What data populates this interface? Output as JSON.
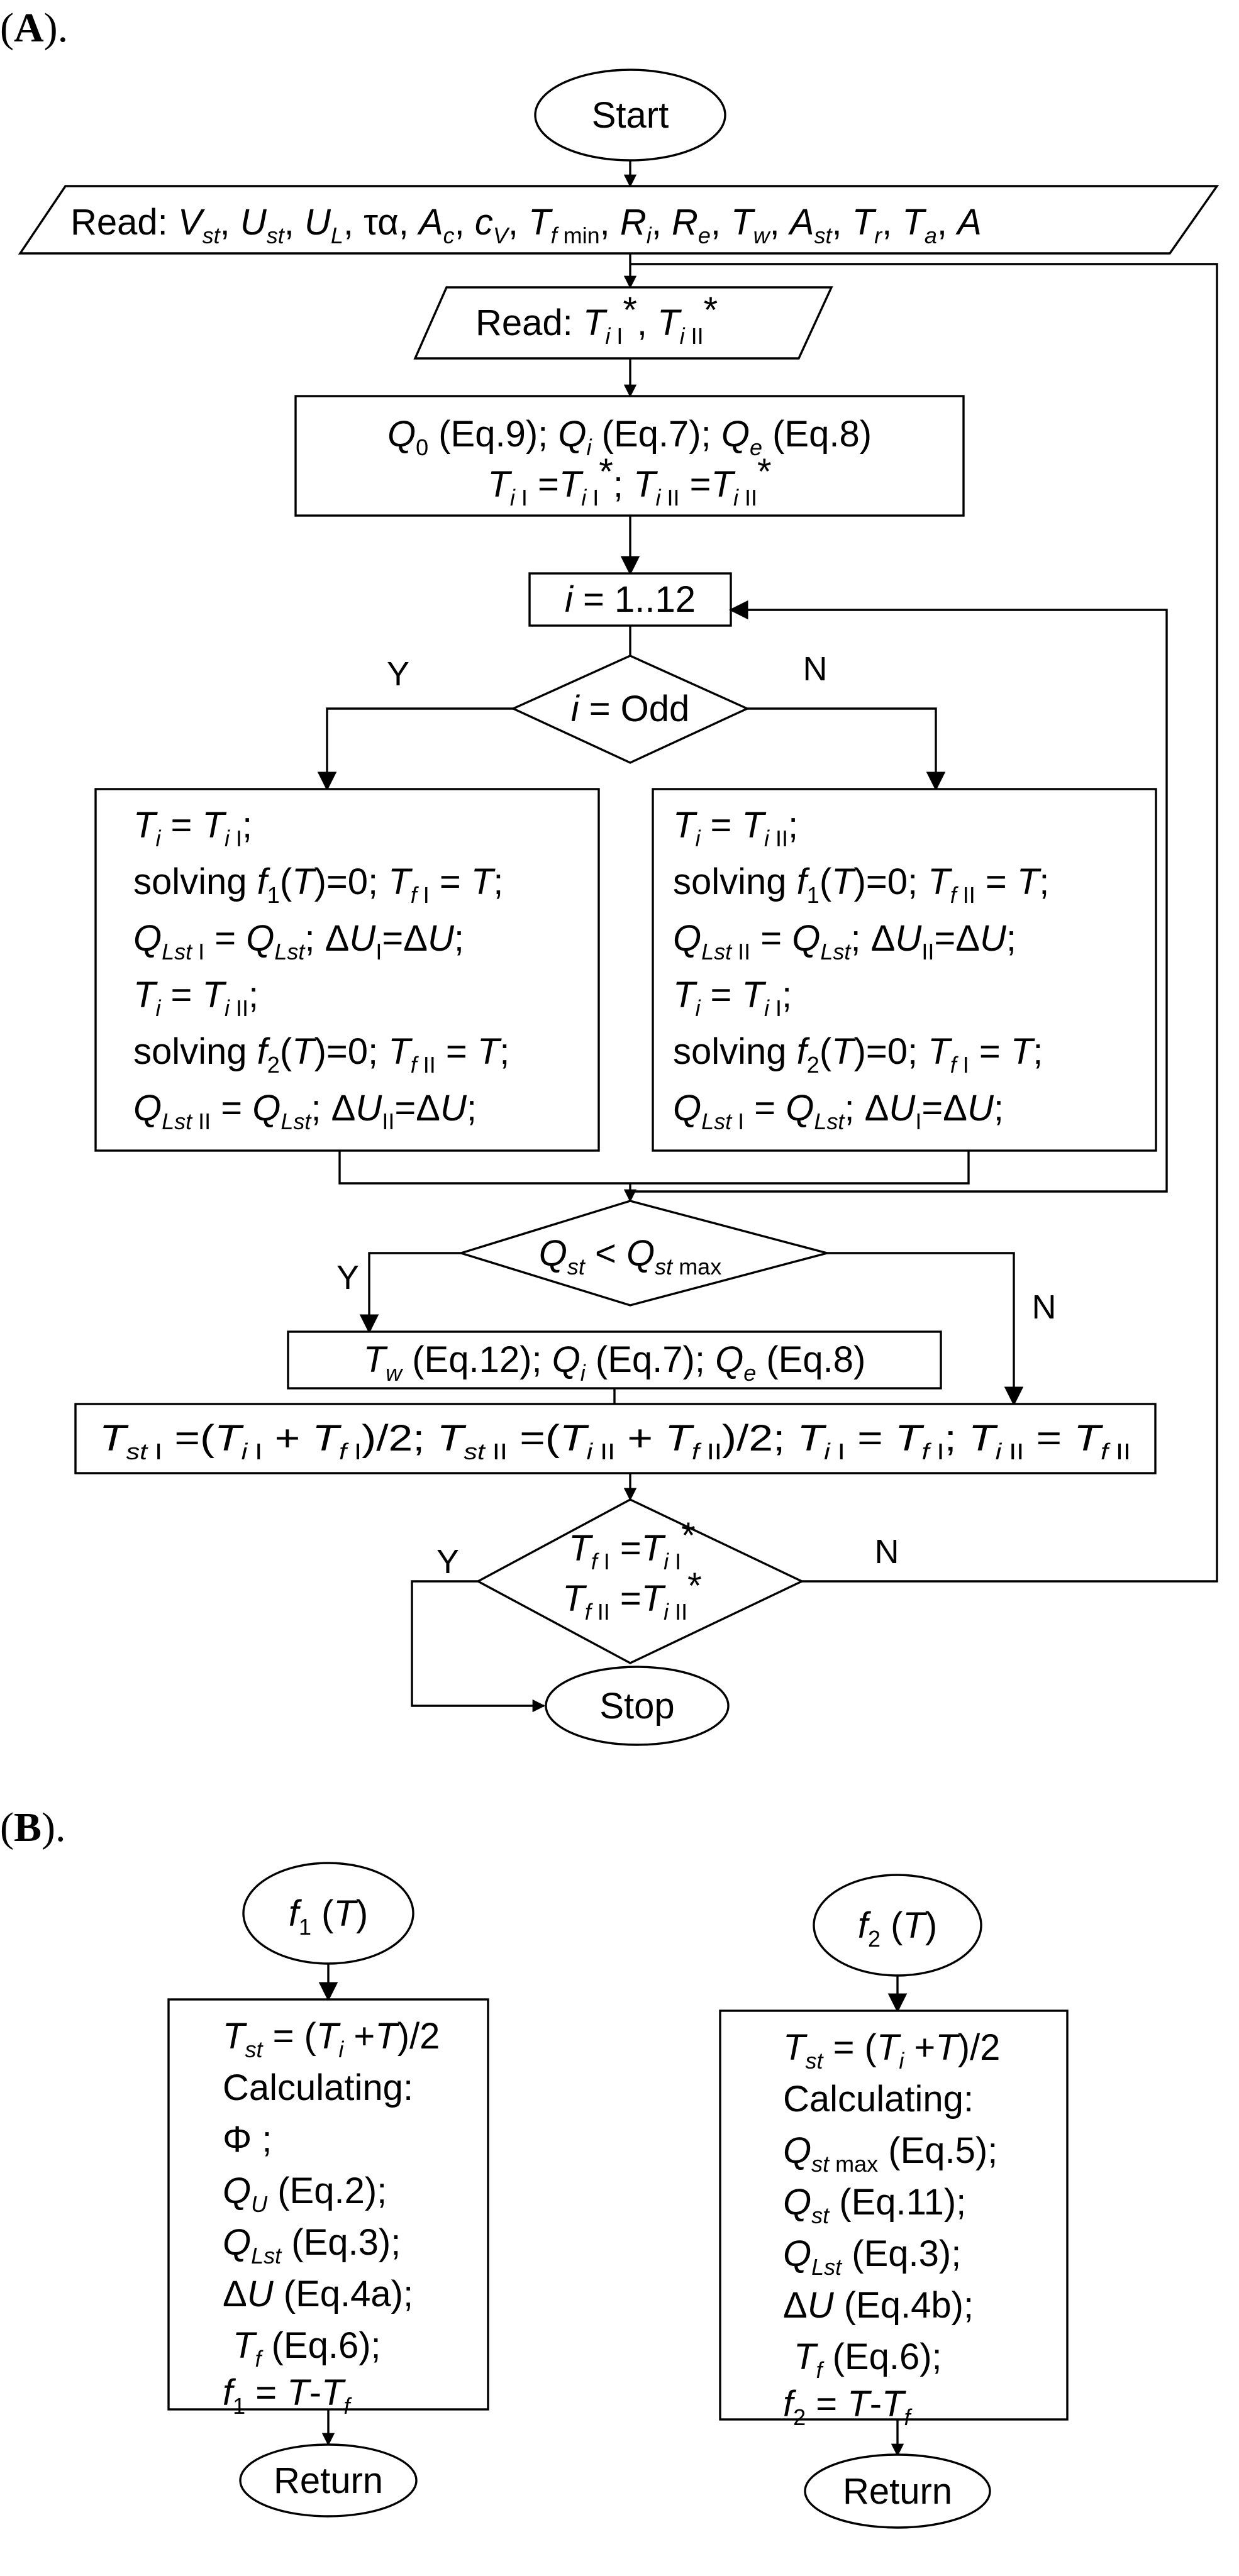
{
  "panels": {
    "a": {
      "label": "A"
    },
    "b": {
      "label": "B"
    }
  },
  "flowchart_a": {
    "start": "Start",
    "stop": "Stop",
    "loop": "i = 1..12",
    "decision_odd": "i = Odd",
    "decision_qst": "Qst < Qst max",
    "decision_converge": "Tf I = Ti I*  Tf II = Ti II*",
    "yes_label": "Y",
    "no_label": "N",
    "read_params": "Read: Vst, Ust, UL, τα, Ac, cV, Tf min, Ri, Re, Tw, Ast, Tr, Ta, A",
    "read_temps": "Read: Ti I*, Ti II*",
    "init_box": [
      "Q0 (Eq.9); Qi (Eq.7); Qe (Eq.8)",
      "Ti I = Ti I*; Ti II = Ti II*"
    ],
    "odd_branch": [
      "Ti = Ti I;",
      "solving f1(T)=0; Tf I = T;",
      "QLst I = QLst; ΔUI=ΔU;",
      "Ti = Ti II;",
      "solving f2(T)=0; Tf II = T;",
      "QLst II = QLst; ΔUII=ΔU;"
    ],
    "even_branch": [
      "Ti = Ti II;",
      "solving f1(T)=0; Tf II = T;",
      "QLst II = QLst; ΔUII=ΔU;",
      "Ti = Ti I;",
      "solving f2(T)=0; Tf I = T;",
      "QLst I = QLst; ΔUI=ΔU;"
    ],
    "tw_box": "Tw (Eq.12); Qi (Eq.7); Qe (Eq.8)",
    "update_box": "Tst I =(Ti I + Tf I)/2; Tst II =(Ti II + Tf II)/2; Ti I = Tf I; Ti II = Tf II"
  },
  "flowchart_b": {
    "f1": {
      "title": "f1 (T)",
      "lines": [
        "Tst = (Ti+T)/2",
        "Calculating:",
        "Φ ;",
        "QU (Eq.2);",
        "QLst (Eq.3);",
        "ΔU (Eq.4a);",
        "Tf (Eq.6);",
        "f1 = T-Tf"
      ],
      "return": "Return"
    },
    "f2": {
      "title": "f2 (T)",
      "lines": [
        "Tst = (Ti+T)/2",
        "Calculating:",
        "Qst max (Eq.5);",
        "Qst (Eq.11);",
        "QLst (Eq.3);",
        "ΔU (Eq.4b);",
        "Tf (Eq.6);",
        "f2 = T-Tf"
      ],
      "return": "Return"
    }
  }
}
